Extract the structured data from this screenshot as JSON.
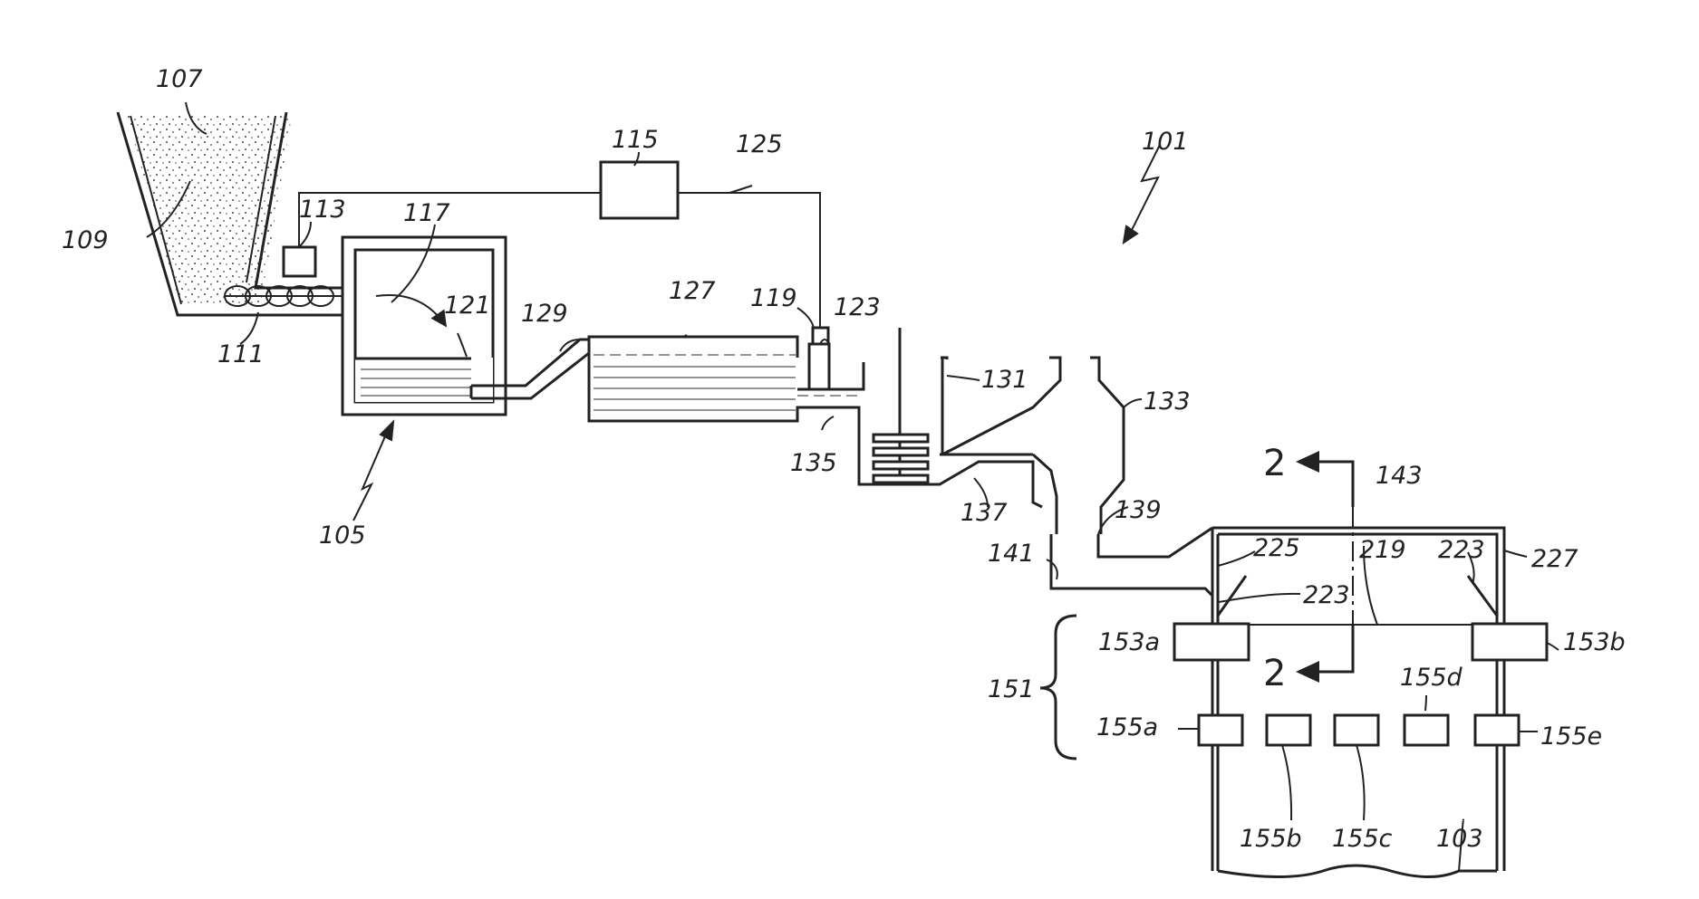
{
  "labels": {
    "l101": "101",
    "l103": "103",
    "l105": "105",
    "l107": "107",
    "l109": "109",
    "l111": "111",
    "l113": "113",
    "l115": "115",
    "l117": "117",
    "l119": "119",
    "l121": "121",
    "l123": "123",
    "l125": "125",
    "l127": "127",
    "l129": "129",
    "l131": "131",
    "l133": "133",
    "l135": "135",
    "l137": "137",
    "l139": "139",
    "l141": "141",
    "l143": "143",
    "l151": "151",
    "l153a": "153a",
    "l153b": "153b",
    "l155a": "155a",
    "l155b": "155b",
    "l155c": "155c",
    "l155d": "155d",
    "l155e": "155e",
    "l219": "219",
    "l223a": "223",
    "l223b": "223",
    "l225": "225",
    "l227": "227",
    "section_top": "2",
    "section_bottom": "2"
  },
  "colors": {
    "line": "#222222",
    "background": "#ffffff"
  }
}
